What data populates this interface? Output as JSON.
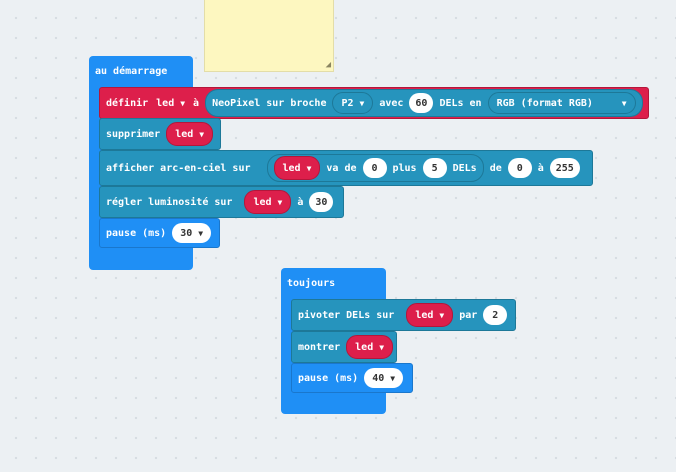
{
  "comment_resize_glyph": "◢",
  "setup": {
    "hat_label": "au démarrage",
    "define": {
      "label": "définir",
      "var": "led",
      "to": "à",
      "neopixel": "NeoPixel sur broche",
      "pin": "P2",
      "with": "avec",
      "count": "60",
      "leds_in": "DELs en",
      "mode": "RGB (format RGB)"
    },
    "delete": {
      "label": "supprimer",
      "var": "led"
    },
    "rainbow": {
      "label": "afficher arc-en-ciel sur",
      "var": "led",
      "from": "va de",
      "start": "0",
      "plus": "plus",
      "length": "5",
      "leds": "DELs",
      "of": "de",
      "hue_start": "0",
      "to": "à",
      "hue_end": "255"
    },
    "brightness": {
      "label": "régler luminosité sur",
      "var": "led",
      "to": "à",
      "value": "30"
    },
    "pause": {
      "label": "pause (ms)",
      "value": "30"
    }
  },
  "forever": {
    "hat_label": "toujours",
    "rotate": {
      "label": "pivoter DELs sur",
      "var": "led",
      "by": "par",
      "value": "2"
    },
    "show": {
      "label": "montrer",
      "var": "led"
    },
    "pause": {
      "label": "pause (ms)",
      "value": "40"
    }
  },
  "caret_glyph": "▼"
}
